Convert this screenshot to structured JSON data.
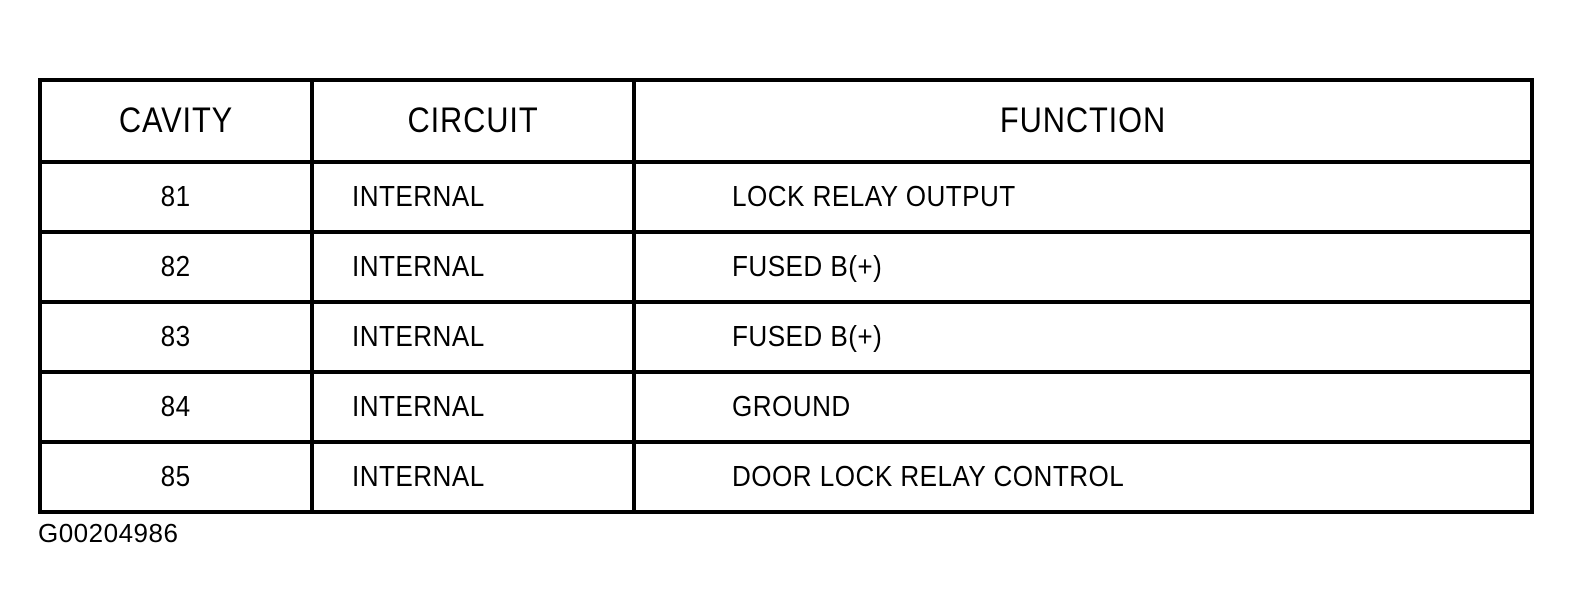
{
  "figure": {
    "caption": "G00204986",
    "background_color": "#ffffff",
    "line_color": "#000000",
    "text_color": "#000000"
  },
  "table": {
    "columns": [
      {
        "key": "cavity",
        "label": "CAVITY",
        "align": "center"
      },
      {
        "key": "circuit",
        "label": "CIRCUIT",
        "align": "left"
      },
      {
        "key": "function",
        "label": "FUNCTION",
        "align": "left"
      }
    ],
    "rows": [
      {
        "cavity": "81",
        "circuit": "INTERNAL",
        "function": "LOCK RELAY OUTPUT"
      },
      {
        "cavity": "82",
        "circuit": "INTERNAL",
        "function": "FUSED B(+)"
      },
      {
        "cavity": "83",
        "circuit": "INTERNAL",
        "function": "FUSED B(+)"
      },
      {
        "cavity": "84",
        "circuit": "INTERNAL",
        "function": "GROUND"
      },
      {
        "cavity": "85",
        "circuit": "INTERNAL",
        "function": "DOOR LOCK RELAY CONTROL"
      }
    ]
  }
}
